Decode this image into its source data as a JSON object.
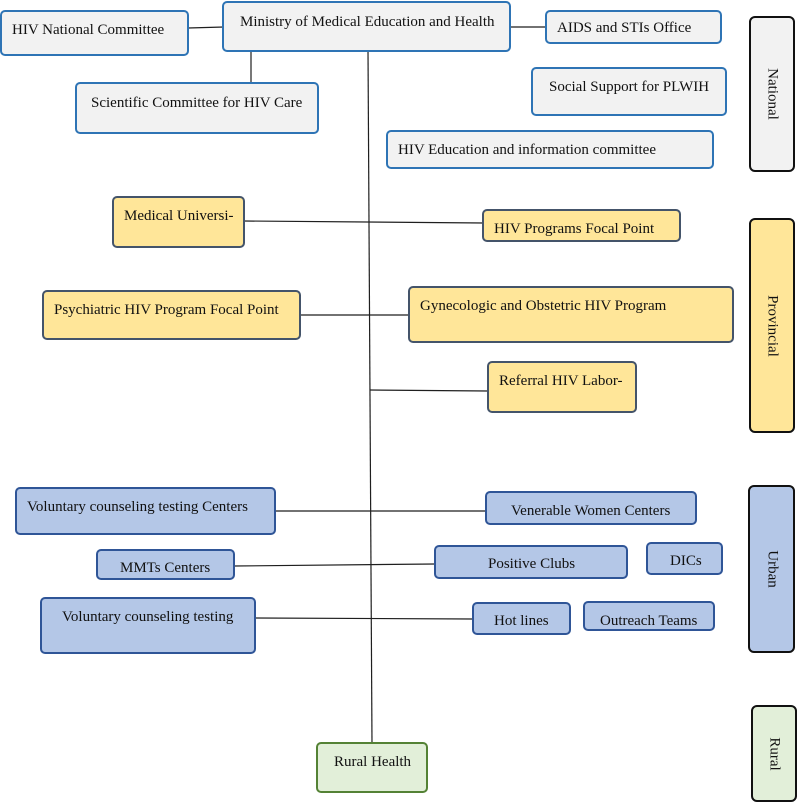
{
  "national": {
    "hiv_national_committee": "HIV National Committee",
    "ministry": "Ministry of Medical Education and Health",
    "aids_stis_office": "AIDS and STIs Office",
    "scientific_committee": "Scientific Committee for HIV Care",
    "social_support": "Social Support for PLWIH",
    "education_committee": "HIV Education and information committee"
  },
  "provincial": {
    "medical_university": "Medical Universi-",
    "hiv_programs_focal_point": "HIV Programs Focal Point",
    "psychiatric_focal_point": "Psychiatric HIV Program Focal Point",
    "gynecologic_program": "Gynecologic and Obstetric HIV Program",
    "referral_lab": "Referral HIV Labor-"
  },
  "urban": {
    "vct_centers": "Voluntary counseling testing Centers",
    "women_centers": "Venerable Women Centers",
    "mmt_centers": "MMTs Centers",
    "positive_clubs": "Positive Clubs",
    "dics": "DICs",
    "vct": "Voluntary counseling testing",
    "hot_lines": "Hot lines",
    "outreach_teams": "Outreach Teams"
  },
  "rural": {
    "rural_health": "Rural Health"
  },
  "bands": {
    "national": "National",
    "provincial": "Provincial",
    "urban": "Urban",
    "rural": "Rural"
  },
  "colors": {
    "national_fill": "#f2f2f2",
    "provincial_fill": "#ffe699",
    "urban_fill": "#b4c7e7",
    "rural_fill": "#e2efd9"
  }
}
